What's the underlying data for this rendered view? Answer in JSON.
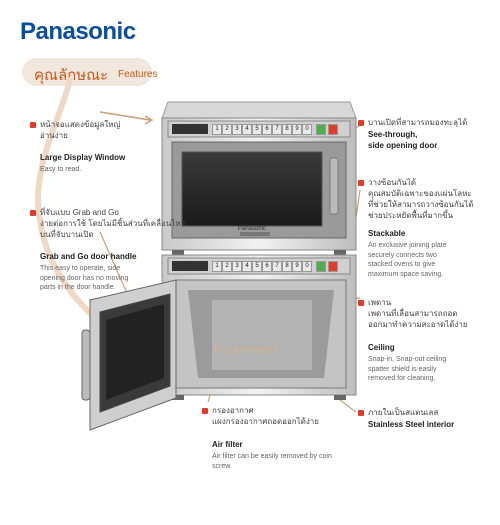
{
  "brand": {
    "logo": "Panasonic"
  },
  "header": {
    "title_th": "คุณลักษณะ",
    "title_en": "Features"
  },
  "left": [
    {
      "th": "หน้าจอแสดงข้อมูลใหญ่",
      "th2": "อ่านง่าย",
      "en": "Large Display Window",
      "desc": "Easy to read."
    },
    {
      "th": "ที่จับแบบ Grab and Go",
      "th2": "ง่ายต่อการใช้ โดยไม่มีชิ้นส่วนที่เคลื่อนไหว",
      "th3": "บนที่จับบานเปิด",
      "en": "Grab and Go door handle",
      "desc": "This easy to operate, side opening door has no moving parts in the door handle."
    }
  ],
  "right": [
    {
      "th": "บานเปิดที่สามารถมองทะลุได้",
      "en": "See-through,",
      "en2": "side opening door"
    },
    {
      "th": "วางซ้อนกันได้",
      "th2": "คุณสมบัติเฉพาะของแผ่นโลหะ",
      "th3": "ที่ช่วยให้สามารถวางซ้อนกันได้",
      "th4": "ช่วยประหยัดพื้นที่มากขึ้น",
      "en": "Stackable",
      "desc": "An exclusive joining plate securely connects two stacked ovens to give maximum space saving."
    },
    {
      "th": "เพดาน",
      "th2": "เพดานที่เลื่อนสามารถถอด",
      "th3": "ออกมาทำความสะอาดได้ง่าย",
      "en": "Ceiling",
      "desc": "Snap-in, Snap-out ceiling spatter shield is easily removed for cleaning."
    },
    {
      "th": "ภายในเป็นสแตนเลส",
      "en": "Stainless Steel interior"
    }
  ],
  "bottom": {
    "th": "กรองอากาศ",
    "th2": "แผงกรองอากาศถอดออกได้ง่าย",
    "en": "Air filter",
    "desc": "Air filter can be easily removed by coin screw."
  },
  "oven": {
    "model_label": "Panasonic",
    "keys": [
      "1",
      "2",
      "3",
      "4",
      "5",
      "6",
      "7",
      "8",
      "9",
      "0"
    ],
    "watermark": "D EQUIPMENT"
  }
}
